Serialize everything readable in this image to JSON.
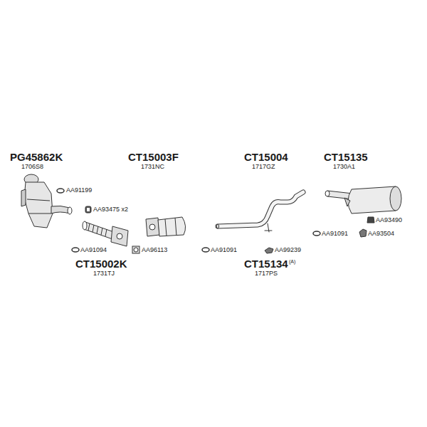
{
  "diagram": {
    "labels": [
      "PG45862K",
      "1706S8",
      "CT15003F",
      "1731NC",
      "CT15004",
      "1717GZ",
      "CT15135",
      "1730A1",
      "AA91199",
      "AA93475 x2",
      "AA93490",
      "AA91094",
      "AA96113",
      "AA91091",
      "AA99239",
      "AA91091",
      "AA93504",
      "CT15002K",
      "1731TJ",
      "CT15134",
      "(A)",
      "1717PS"
    ]
  }
}
